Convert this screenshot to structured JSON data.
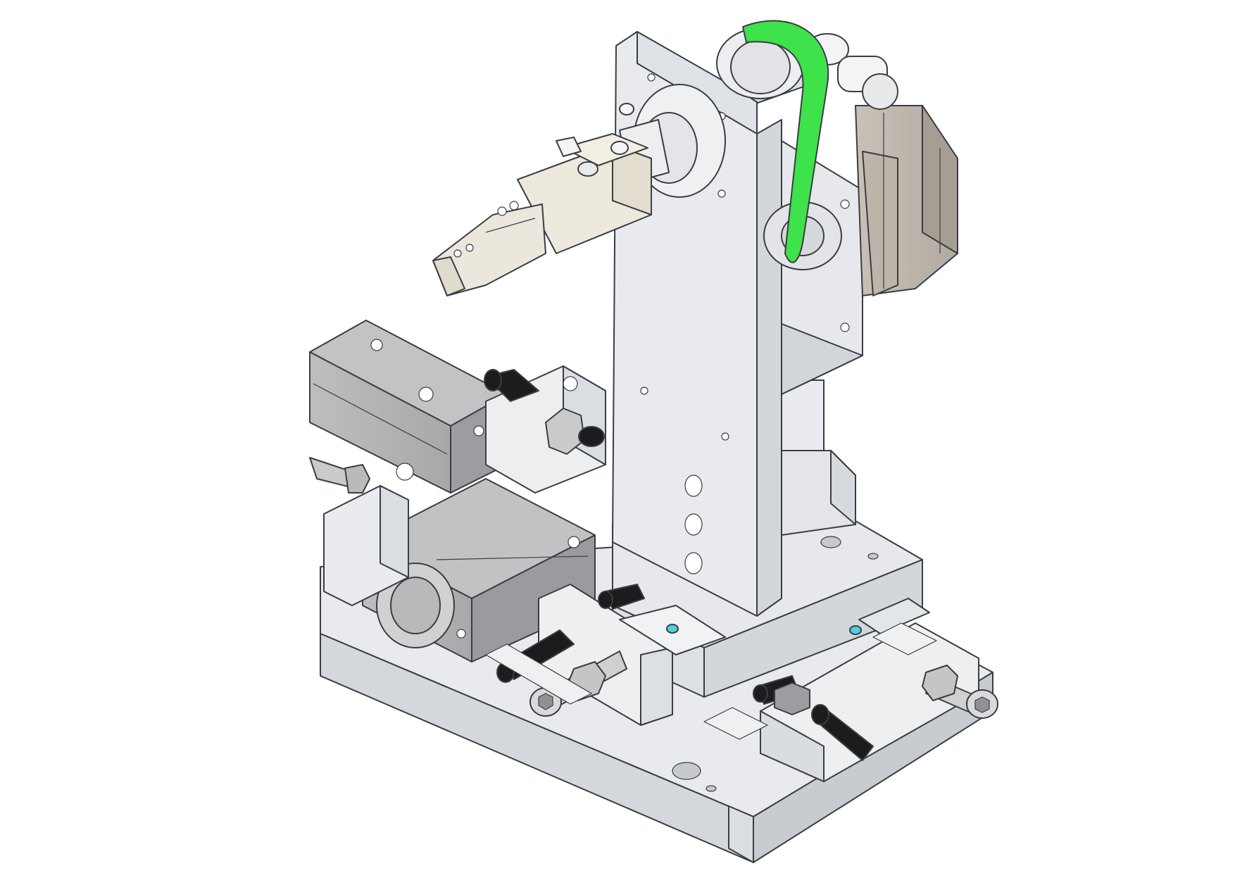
{
  "scene": {
    "description_colors": {
      "background": "#ffffff",
      "plate_light": "#e7e9ec",
      "plate_mid": "#d6d9dd",
      "plate_dark": "#c3c7cc",
      "cylinder_gray": "#b4b5b7",
      "cylinder_gray_dark": "#8f9194",
      "motor_tan": "#c9c2b8",
      "motor_tan_dark": "#a9a197",
      "gripper_cream": "#ece8dc",
      "belt_green": "#3ee24a",
      "bolt_black": "#1c1c1e",
      "fitting_cyan": "#4fd0e0",
      "outline": "#3a3d42"
    },
    "icons": [
      "timing-belt",
      "stepper-motor",
      "pneumatic-gripper",
      "pneumatic-cylinder",
      "linear-slide",
      "socket-head-bolt",
      "hex-nut"
    ]
  }
}
